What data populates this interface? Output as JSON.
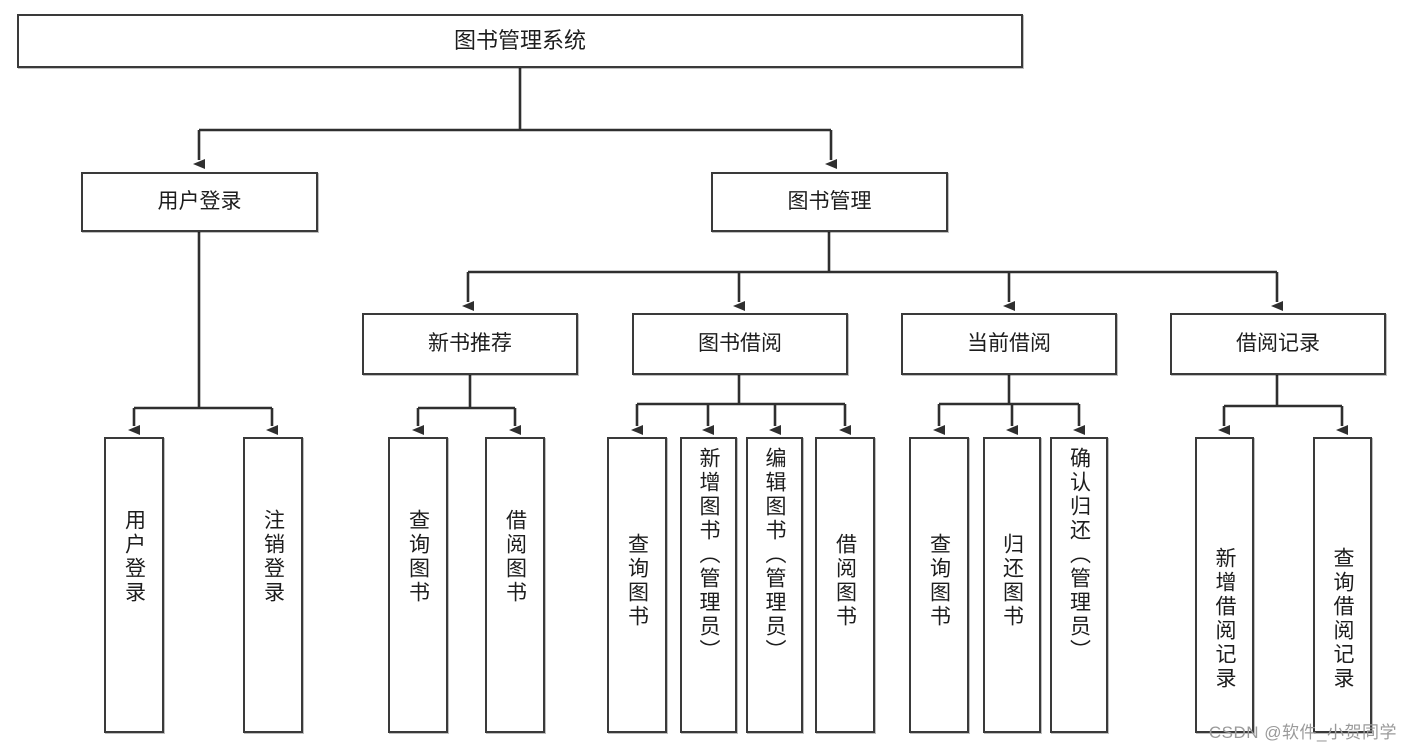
{
  "diagram": {
    "title": "图书管理系统",
    "root": {
      "label": "图书管理系统"
    },
    "level2": [
      {
        "label": "用户登录"
      },
      {
        "label": "图书管理"
      }
    ],
    "level3": [
      {
        "label": "新书推荐"
      },
      {
        "label": "图书借阅"
      },
      {
        "label": "当前借阅"
      },
      {
        "label": "借阅记录"
      }
    ],
    "leaves": [
      {
        "label": "用户登录",
        "parent": "用户登录"
      },
      {
        "label": "注销登录",
        "parent": "用户登录"
      },
      {
        "label": "查询图书",
        "parent": "新书推荐"
      },
      {
        "label": "借阅图书",
        "parent": "新书推荐"
      },
      {
        "label": "查询图书",
        "parent": "图书借阅"
      },
      {
        "label": "新增图书（管理员）",
        "parent": "图书借阅"
      },
      {
        "label": "编辑图书（管理员）",
        "parent": "图书借阅"
      },
      {
        "label": "借阅图书",
        "parent": "图书借阅"
      },
      {
        "label": "查询图书",
        "parent": "当前借阅"
      },
      {
        "label": "归还图书",
        "parent": "当前借阅"
      },
      {
        "label": "确认归还（管理员）",
        "parent": "当前借阅"
      },
      {
        "label": "新增借阅记录",
        "parent": "借阅记录"
      },
      {
        "label": "查询借阅记录",
        "parent": "借阅记录"
      }
    ]
  },
  "watermark": {
    "text": "CSDN @软件_小贺同学"
  },
  "colors": {
    "stroke": "#3a3a3a",
    "fill": "#ffffff",
    "text": "#1d1d1d",
    "watermark": "#9a9a9a"
  }
}
